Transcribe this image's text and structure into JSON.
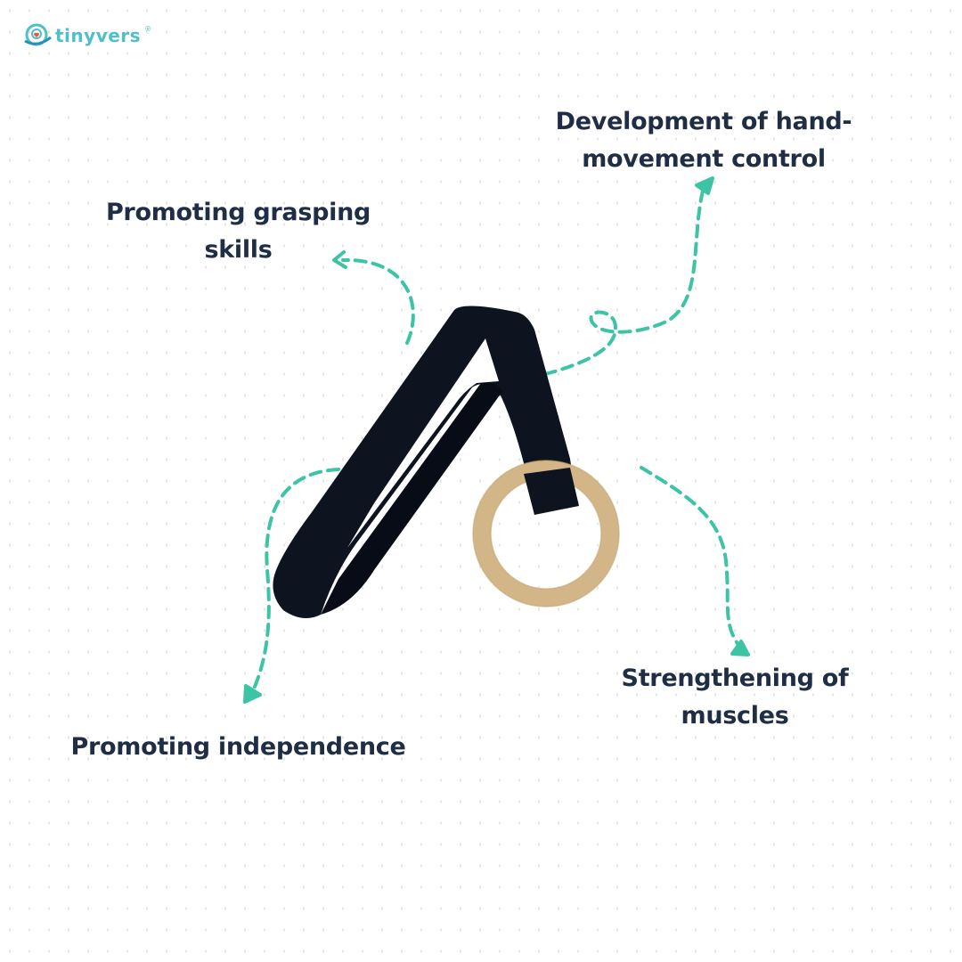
{
  "brand": {
    "name": "tinyvers",
    "registered_mark": "®",
    "color": "#4fbfc9",
    "icon": "tinyvers-logo-icon"
  },
  "features": [
    {
      "label": "Development of hand-movement control",
      "line1": "Development of hand-",
      "line2": "movement control"
    },
    {
      "label": "Promoting grasping skills",
      "line1": "Promoting grasping",
      "line2": "skills"
    },
    {
      "label": "Promoting independence",
      "line1": "Promoting independence"
    },
    {
      "label": "Strengthening of muscles",
      "line1": "Strengthening of",
      "line2": "muscles"
    }
  ],
  "product": {
    "description": "Black fabric strap loop with wooden teether ring",
    "strap_color": "#0e1320",
    "ring_color": "#d2b688"
  },
  "colors": {
    "text": "#1f2d45",
    "arrow": "#3cc4a4",
    "dots": "#e6e6e6"
  }
}
